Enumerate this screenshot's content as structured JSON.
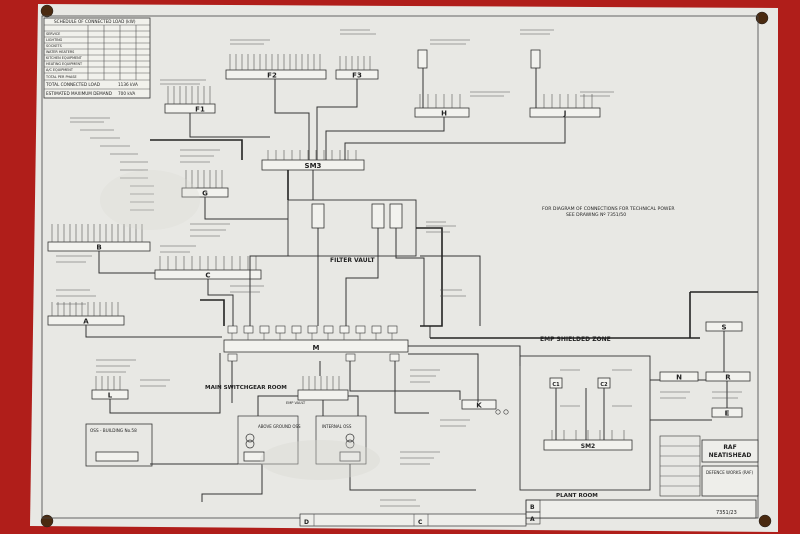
{
  "schedule": {
    "title": "SCHEDULE OF CONNECTED LOAD (kW)",
    "rows": [
      {
        "label": "SERVICE",
        "v1": "",
        "v2": "",
        "v3": ""
      },
      {
        "label": "LIGHTING",
        "v1": "",
        "v2": "",
        "v3": ""
      },
      {
        "label": "SOCKETS",
        "v1": "",
        "v2": "",
        "v3": ""
      },
      {
        "label": "WATER HEATERS",
        "v1": "",
        "v2": "",
        "v3": ""
      },
      {
        "label": "KITCHEN EQUIPMENT",
        "v1": "",
        "v2": "",
        "v3": ""
      },
      {
        "label": "HEATING EQUIPMENT",
        "v1": "",
        "v2": "",
        "v3": ""
      },
      {
        "label": "A/C EQUIPMENT",
        "v1": "",
        "v2": "",
        "v3": ""
      },
      {
        "label": "TOTAL PER PHASE",
        "v1": "",
        "v2": "",
        "v3": ""
      }
    ],
    "total_label": "TOTAL CONNECTED LOAD",
    "total_value": "1136 kVA",
    "max_label": "ESTIMATED MAXIMUM DEMAND",
    "max_value": "700 kVA"
  },
  "boards": {
    "F2": "F2",
    "F3": "F3",
    "F1": "F1",
    "H": "H",
    "J": "J",
    "SM3": "SM3",
    "G": "G",
    "B": "B",
    "C": "C",
    "A": "A",
    "M": "M",
    "L": "L",
    "K": "K",
    "S": "S",
    "N": "N",
    "R": "R",
    "E": "E",
    "C1": "C1",
    "C2": "C2",
    "SM2": "SM2"
  },
  "areas": {
    "filter_vault": "FILTER VAULT",
    "emp_zone": "EMP SHIELDED ZONE",
    "main_switchgear": "MAIN SWITCHGEAR ROOM",
    "plant_room": "PLANT ROOM",
    "oss_building": "OSS - BUILDING No.58",
    "above_ground": "ABOVE GROUND OSS",
    "internal_oss": "INTERNAL OSS",
    "emp_vault": "EMP VAULT"
  },
  "note": {
    "line1": "FOR DIAGRAM OF CONNECTIONS FOR TECHNICAL POWER",
    "line2": "SEE DRAWING Nº 7351/50"
  },
  "title_block": {
    "raf": "RAF",
    "site": "NEATISHEAD",
    "defence": "DEFENCE WORKS (RAF)",
    "drawing_no": "7351/23"
  },
  "revisions": [
    "D",
    "C",
    "B",
    "A"
  ]
}
